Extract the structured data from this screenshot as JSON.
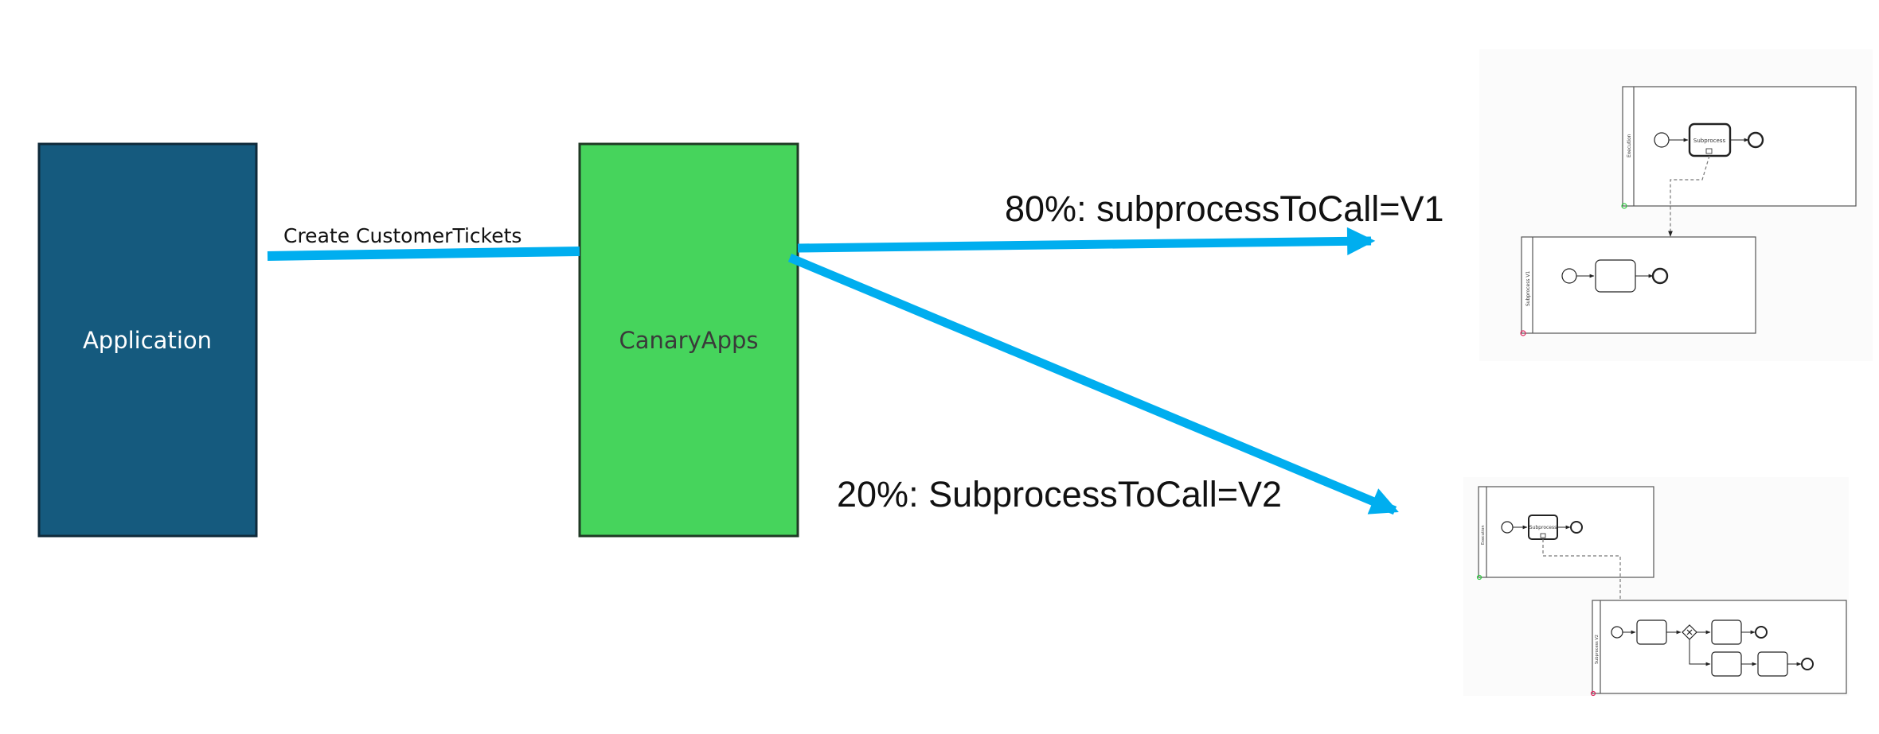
{
  "application_box": {
    "label": "Application",
    "fill": "#155A7E",
    "text_color": "#ffffff"
  },
  "canary_box": {
    "label": "CanaryApps",
    "fill": "#46D45C",
    "text_color": "#3a3a3a"
  },
  "arrow_color": "#00AEEF",
  "edge_create": {
    "label": "Create CustomerTickets"
  },
  "edge_v1": {
    "label": "80%: subprocessToCall=V1"
  },
  "edge_v2": {
    "label": "20%: SubprocessToCall=V2"
  },
  "diagram_v1": {
    "parent_pool_label": "Execution",
    "parent_task_label": "Subprocess",
    "child_pool_label": "Subprocess V1"
  },
  "diagram_v2": {
    "parent_pool_label": "Execution",
    "parent_task_label": "Subprocess",
    "child_pool_label": "Subprocess V2"
  }
}
